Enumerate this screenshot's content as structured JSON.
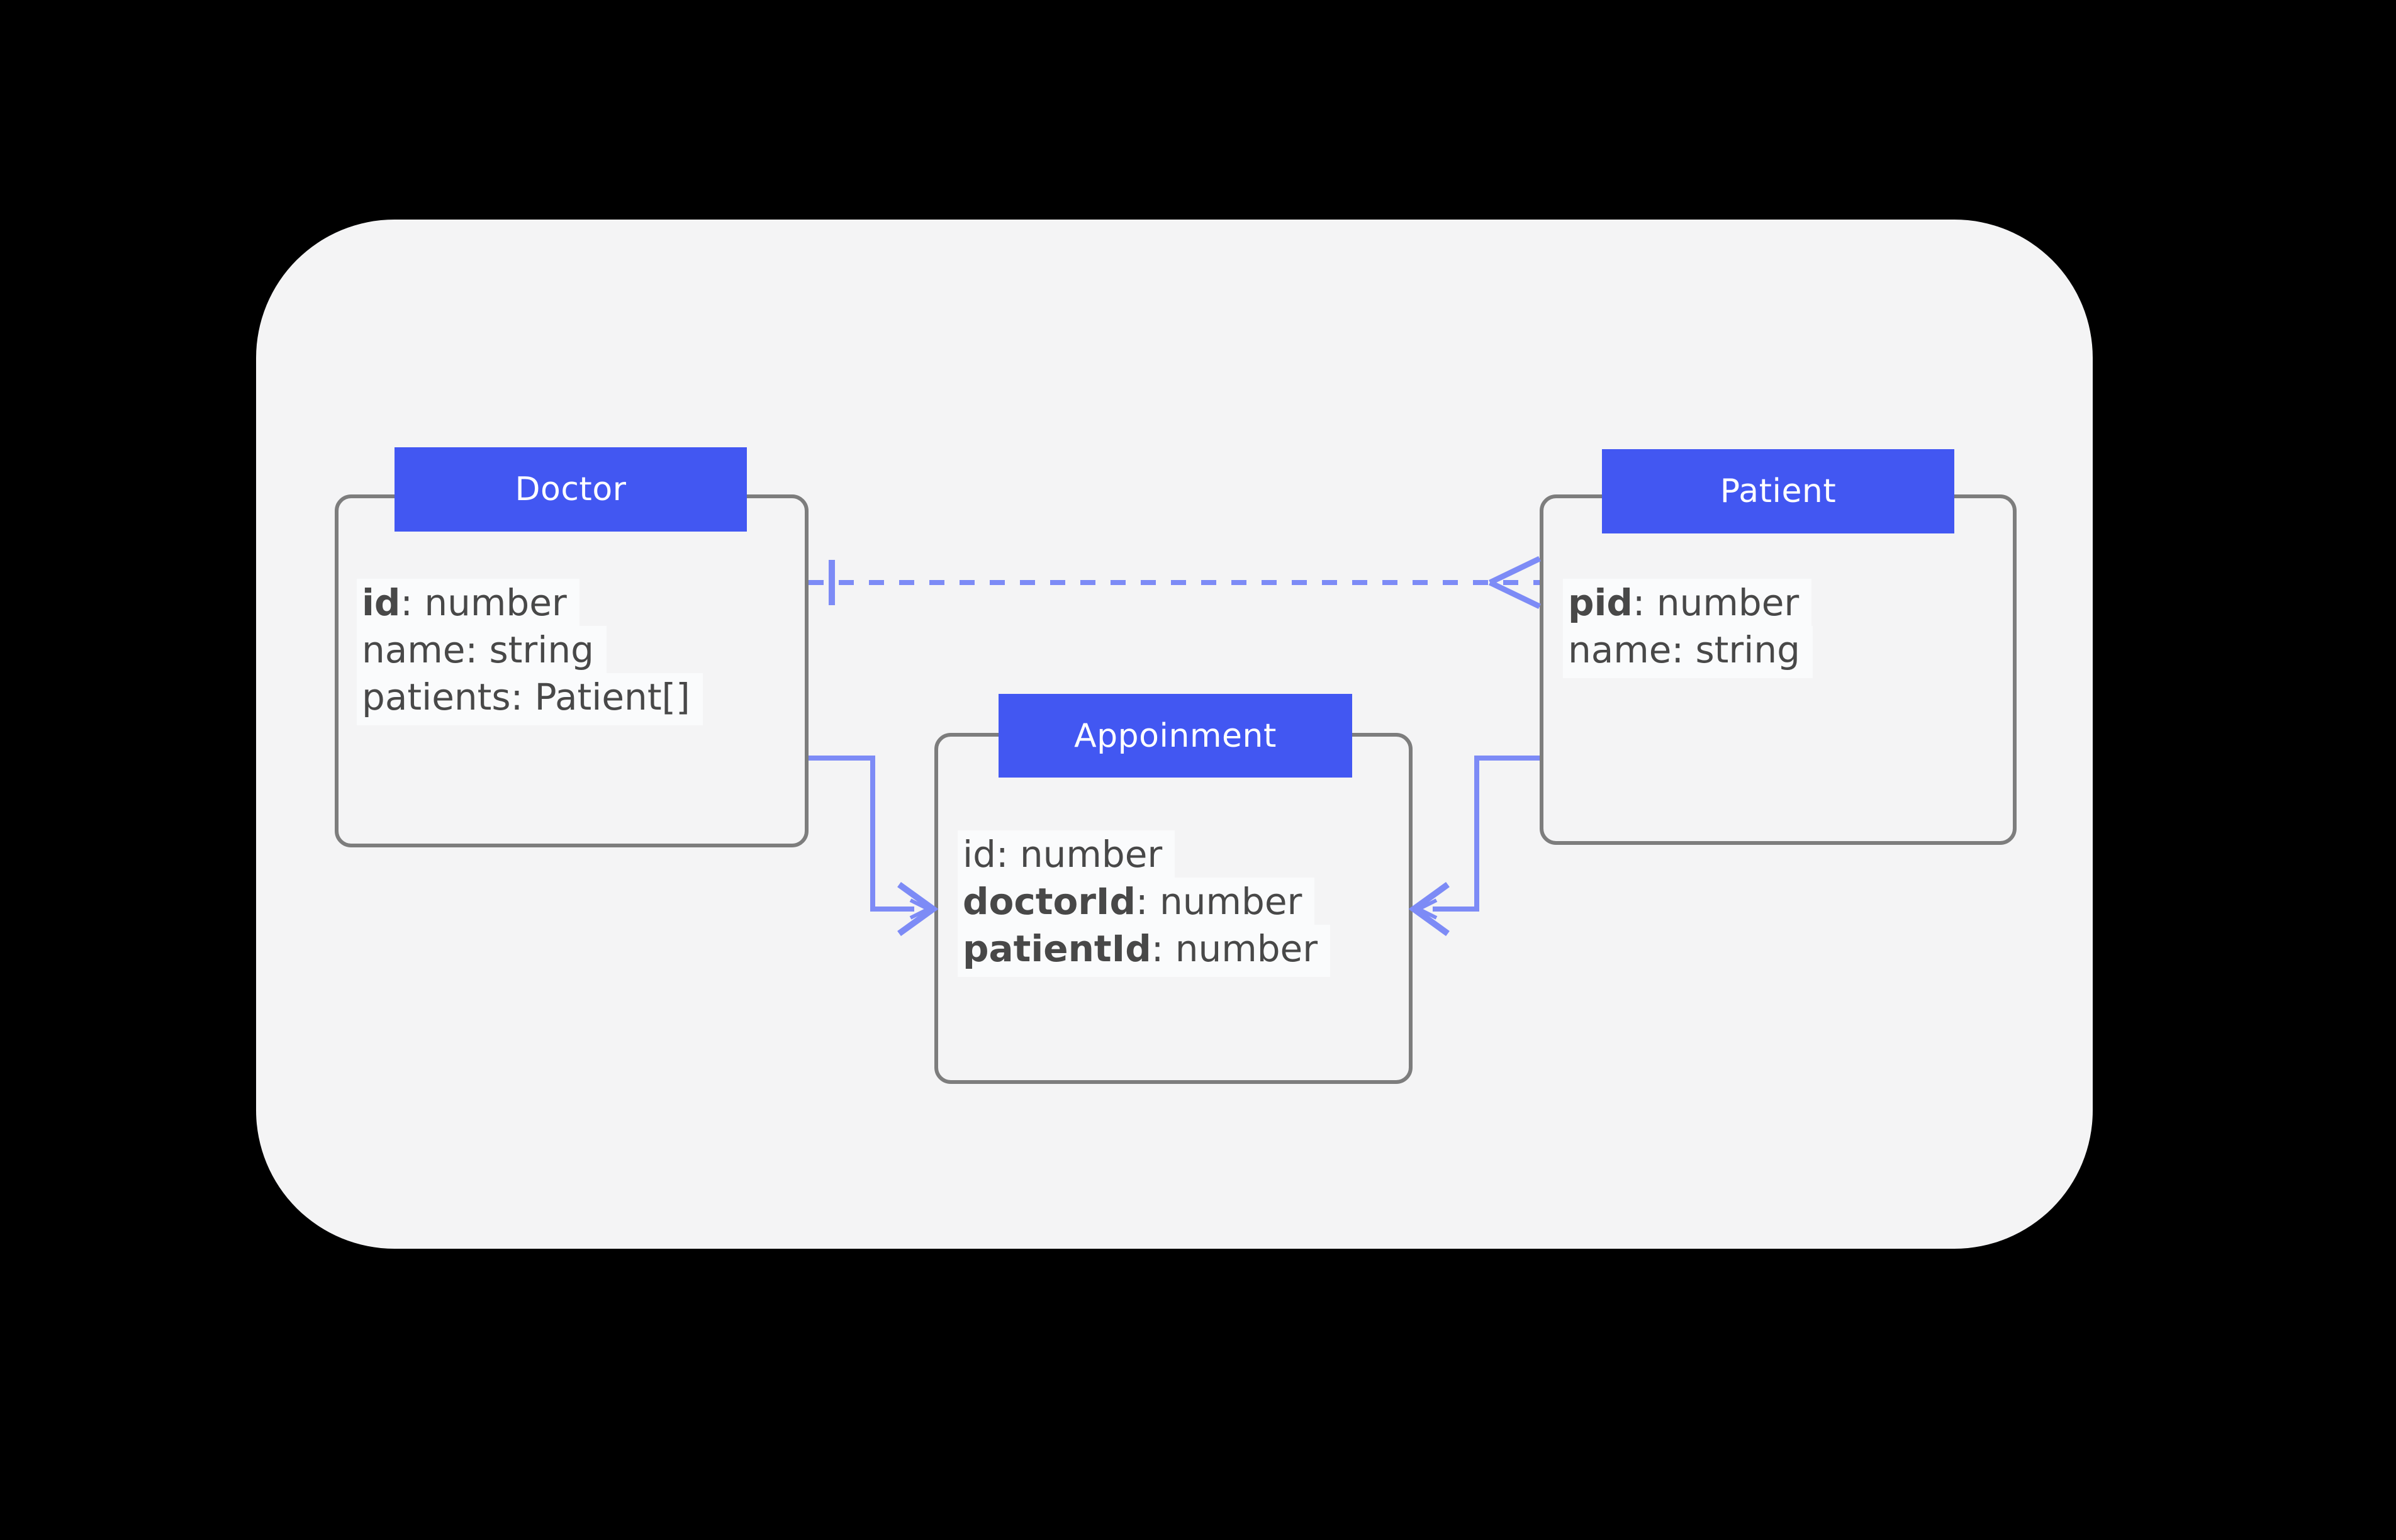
{
  "palette": {
    "page_bg": "#000000",
    "canvas_bg": "#f4f4f5",
    "header": "#4257f2",
    "header_text": "#ffffff",
    "box_border": "#7d7d7d",
    "attr_text": "#484848",
    "attr_highlight": "#fafbfc",
    "connector": "#7d8bf6"
  },
  "entities": [
    {
      "title": "Doctor",
      "attributes": [
        {
          "name": "id",
          "rest": ": number",
          "key": true
        },
        {
          "name": "name",
          "rest": ": string",
          "key": false
        },
        {
          "name": "patients",
          "rest": ": Patient[]",
          "key": false
        }
      ]
    },
    {
      "title": "Patient",
      "attributes": [
        {
          "name": "pid",
          "rest": ": number",
          "key": true
        },
        {
          "name": "name",
          "rest": ": string",
          "key": false
        }
      ]
    },
    {
      "title": "Appoinment",
      "attributes": [
        {
          "name": "id",
          "rest": ": number",
          "key": false
        },
        {
          "name": "doctorId",
          "rest": ": number",
          "key": true
        },
        {
          "name": "patientId",
          "rest": ": number",
          "key": true
        }
      ]
    }
  ],
  "relationships": [
    {
      "from": "Doctor",
      "to": "Patient",
      "line": "dashed",
      "from_marker": "one-tick",
      "to_marker": "crow-foot-many"
    },
    {
      "from": "Doctor",
      "to": "Appoinment",
      "line": "solid",
      "to_marker": "arrow"
    },
    {
      "from": "Patient",
      "to": "Appoinment",
      "line": "solid",
      "to_marker": "arrow"
    }
  ]
}
